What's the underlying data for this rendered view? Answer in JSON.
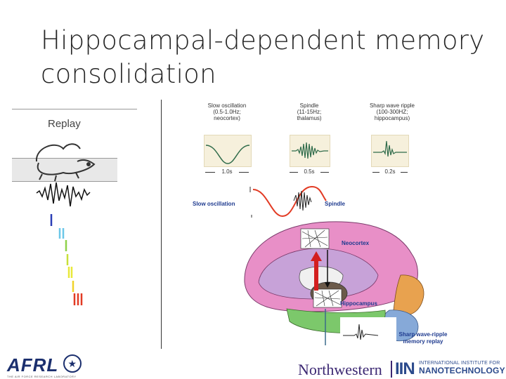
{
  "slide": {
    "title": "Hippocampal-dependent memory consolidation"
  },
  "replay_panel": {
    "label": "Replay"
  },
  "oscillations": [
    {
      "name": "Slow oscillation",
      "detail": "(0.5-1.0Hz;",
      "region": "neocortex)",
      "duration": "1.0s"
    },
    {
      "name": "Spindle",
      "detail": "(11-15Hz;",
      "region": "thalamus)",
      "duration": "0.5s"
    },
    {
      "name": "Sharp wave ripple",
      "detail": "(100-300HZ;",
      "region": "hippocampus)",
      "duration": "0.2s"
    }
  ],
  "brain_figure": {
    "slow_oscillation_label": "Slow oscillation",
    "spindle_label": "Spindle",
    "neocortex_label": "Neocortex",
    "hippocampus_label": "Hippocampus",
    "replay_label_line1": "Sharp wave-ripple",
    "replay_label_line2": "memory replay"
  },
  "footer": {
    "afrl_logo": "AFRL",
    "afrl_caption": "THE AIR FORCE RESEARCH LABORATORY",
    "northwestern": "Northwestern",
    "iin_logo": "IIN",
    "iin_line1": "INTERNATIONAL INSTITUTE FOR",
    "iin_line2": "NANOTECHNOLOGY"
  },
  "colors": {
    "title": "#262626",
    "label_blue": "#1f3b8f",
    "panel_bg": "#f6f0dc",
    "brain_pink": "#e88fc7",
    "brain_purple": "#c7a2d8",
    "brain_green": "#7cc86b",
    "brain_orange": "#e8a24f",
    "brain_blue": "#86a9d8",
    "red_arrow": "#d31f1f",
    "slow_wave_red": "#e23b24",
    "northwestern_purple": "#3b2772"
  }
}
